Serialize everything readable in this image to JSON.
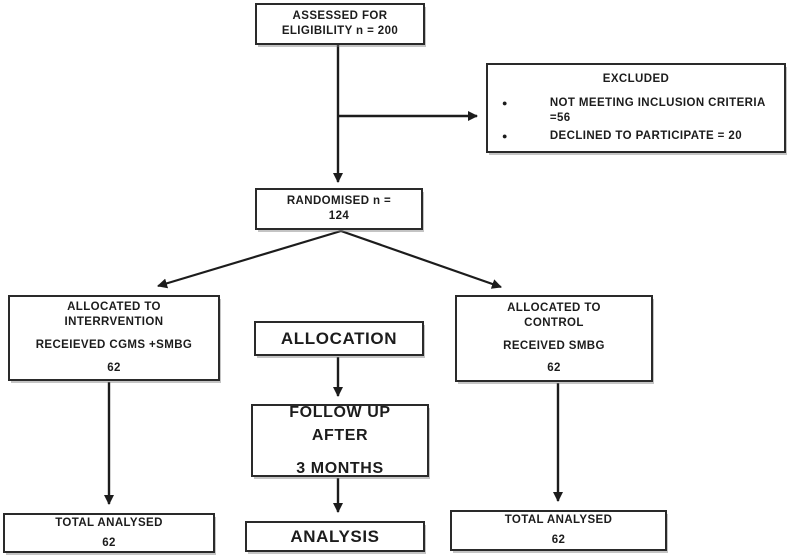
{
  "colors": {
    "background": "#ffffff",
    "line": "#1c1c1c",
    "box_border": "#2a2a2a",
    "text": "#1c1c1c"
  },
  "flowchart": {
    "assessed": {
      "lines": [
        "ASSESSED FOR",
        "ELIGIBILITY n = 200"
      ]
    },
    "excluded": {
      "title": "EXCLUDED",
      "bullets": [
        "NOT MEETING INCLUSION CRITERIA =56",
        "DECLINED TO PARTICIPATE = 20"
      ]
    },
    "randomised": {
      "lines": [
        "RANDOMISED n =",
        "124"
      ]
    },
    "allocated_intervention": {
      "lines": [
        "ALLOCATED TO",
        "INTERRVENTION"
      ],
      "received": "RECEIEVED CGMS +SMBG",
      "count": "62"
    },
    "allocation": {
      "label": "ALLOCATION"
    },
    "allocated_control": {
      "lines": [
        "ALLOCATED TO",
        "CONTROL"
      ],
      "received": "RECEIVED SMBG",
      "count": "62"
    },
    "follow_up": {
      "lines": [
        "FOLLOW UP",
        "AFTER",
        "3 MONTHS"
      ]
    },
    "analysis": {
      "label": "ANALYSIS"
    },
    "total_analysed_left": {
      "label": "TOTAL ANALYSED",
      "count": "62"
    },
    "total_analysed_right": {
      "label": "TOTAL ANALYSED",
      "count": "62"
    }
  }
}
